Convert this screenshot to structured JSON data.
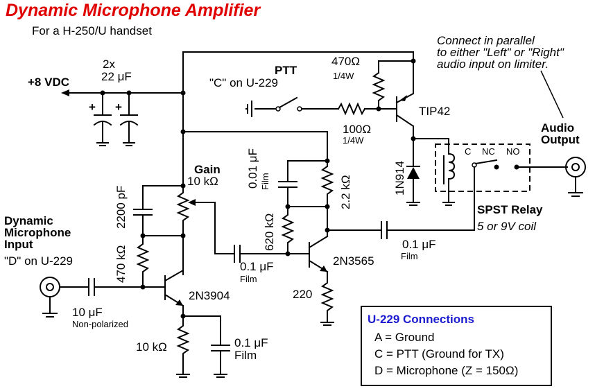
{
  "title": "Dynamic Microphone Amplifier",
  "subtitle": "For a H-250/U handset",
  "labels": {
    "vdc": "+8 VDC",
    "cap_2x": "2x",
    "cap_22uf": "22 μF",
    "plus": "+",
    "ptt": "PTT",
    "ptt_c": "\"C\" on U-229",
    "r470": "470Ω",
    "r470_watt": "1/4W",
    "r100": "100Ω",
    "r100_watt": "1/4W",
    "tip42": "TIP42",
    "note_line1": "Connect in parallel",
    "note_line2": "to either \"Left\" or \"Right\"",
    "note_line3": "audio input on limiter.",
    "audio_output_1": "Audio",
    "audio_output_2": "Output",
    "d1n914": "1N914",
    "relay_c": "C",
    "relay_nc": "NC",
    "relay_no": "NO",
    "spst_relay": "SPST Relay",
    "coil": "5 or 9V coil",
    "gain": "Gain",
    "gain_value": "10 kΩ",
    "c001": "0.01 μF",
    "c001_film": "Film",
    "r22k": "2.2 kΩ",
    "c2200": "2200 pF",
    "r620k": "620 kΩ",
    "c01_out": "0.1 μF",
    "c01_out_film": "Film",
    "q2n3565": "2N3565",
    "mic_input_1": "Dynamic",
    "mic_input_2": "Microphone",
    "mic_input_3": "Input",
    "mic_input_d": "\"D\" on U-229",
    "r470k": "470 kΩ",
    "c01_mid": "0.1 μF",
    "c01_mid_film": "Film",
    "r220": "220",
    "q2n3904": "2N3904",
    "c10uf": "10 μF",
    "c10uf_np": "Non-polarized",
    "r10k": "10 kΩ",
    "c01_bot": "0.1 μF",
    "c01_bot_film": "Film"
  },
  "legend": {
    "title": "U-229 Connections",
    "items": [
      "A = Ground",
      "C = PTT (Ground for TX)",
      "D = Microphone (Z = 150Ω)"
    ]
  }
}
